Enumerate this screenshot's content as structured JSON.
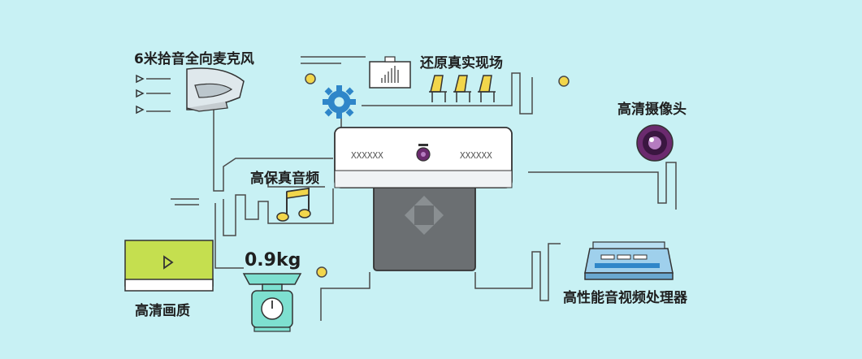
{
  "labels": {
    "microphone": "6米拾音全向麦克风",
    "restore": "还原真实现场",
    "camera": "高清摄像头",
    "audio": "高保真音频",
    "weight": "0.9kg",
    "image_quality": "高清画质",
    "processor": "高性能音视频处理器"
  },
  "colors": {
    "background": "#c8f1f4",
    "line": "#4a4a4a",
    "accent_blue": "#2f86c9",
    "accent_yellow": "#f2d64b",
    "accent_green": "#c5df4f",
    "device_gray": "#6b6f72"
  },
  "icons": [
    "microphone-icon",
    "gear-icon",
    "chart-icon",
    "chairs-icon",
    "camera-lens-icon",
    "music-note-icon",
    "monitor-icon",
    "scale-icon",
    "processor-icon",
    "device-icon"
  ]
}
